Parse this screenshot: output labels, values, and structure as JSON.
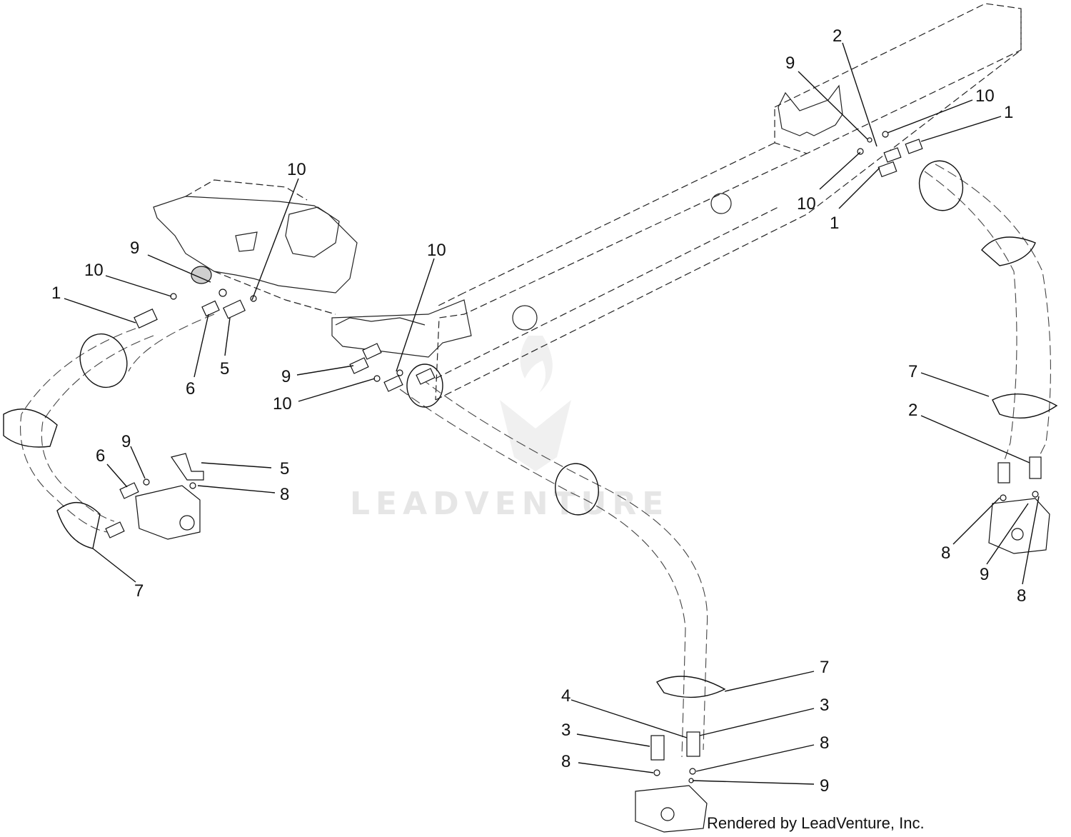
{
  "watermark": {
    "text": "LEADVENTURE",
    "color": "#e6e6e6"
  },
  "credit": "Rendered by LeadVenture, Inc.",
  "callouts": {
    "c_2_top": "2",
    "c_9_top": "9",
    "c_10_top_a": "10",
    "c_1_top_a": "1",
    "c_10_top_b": "10",
    "c_1_top_b": "1",
    "c_10_left_top": "10",
    "c_9_left": "9",
    "c_10_left": "10",
    "c_1_left": "1",
    "c_6_left": "6",
    "c_5_left": "5",
    "c_10_mid_top": "10",
    "c_9_mid": "9",
    "c_10_mid": "10",
    "c_6_pump": "6",
    "c_9_pump": "9",
    "c_5_pump": "5",
    "c_8_pump": "8",
    "c_7_left": "7",
    "c_7_right": "7",
    "c_2_right": "2",
    "c_8_right_a": "8",
    "c_9_right": "9",
    "c_8_right_b": "8",
    "c_7_bottom": "7",
    "c_4_bottom": "4",
    "c_3_bottom_a": "3",
    "c_3_bottom_b": "3",
    "c_8_bottom_a": "8",
    "c_8_bottom_b": "8",
    "c_9_bottom": "9"
  }
}
